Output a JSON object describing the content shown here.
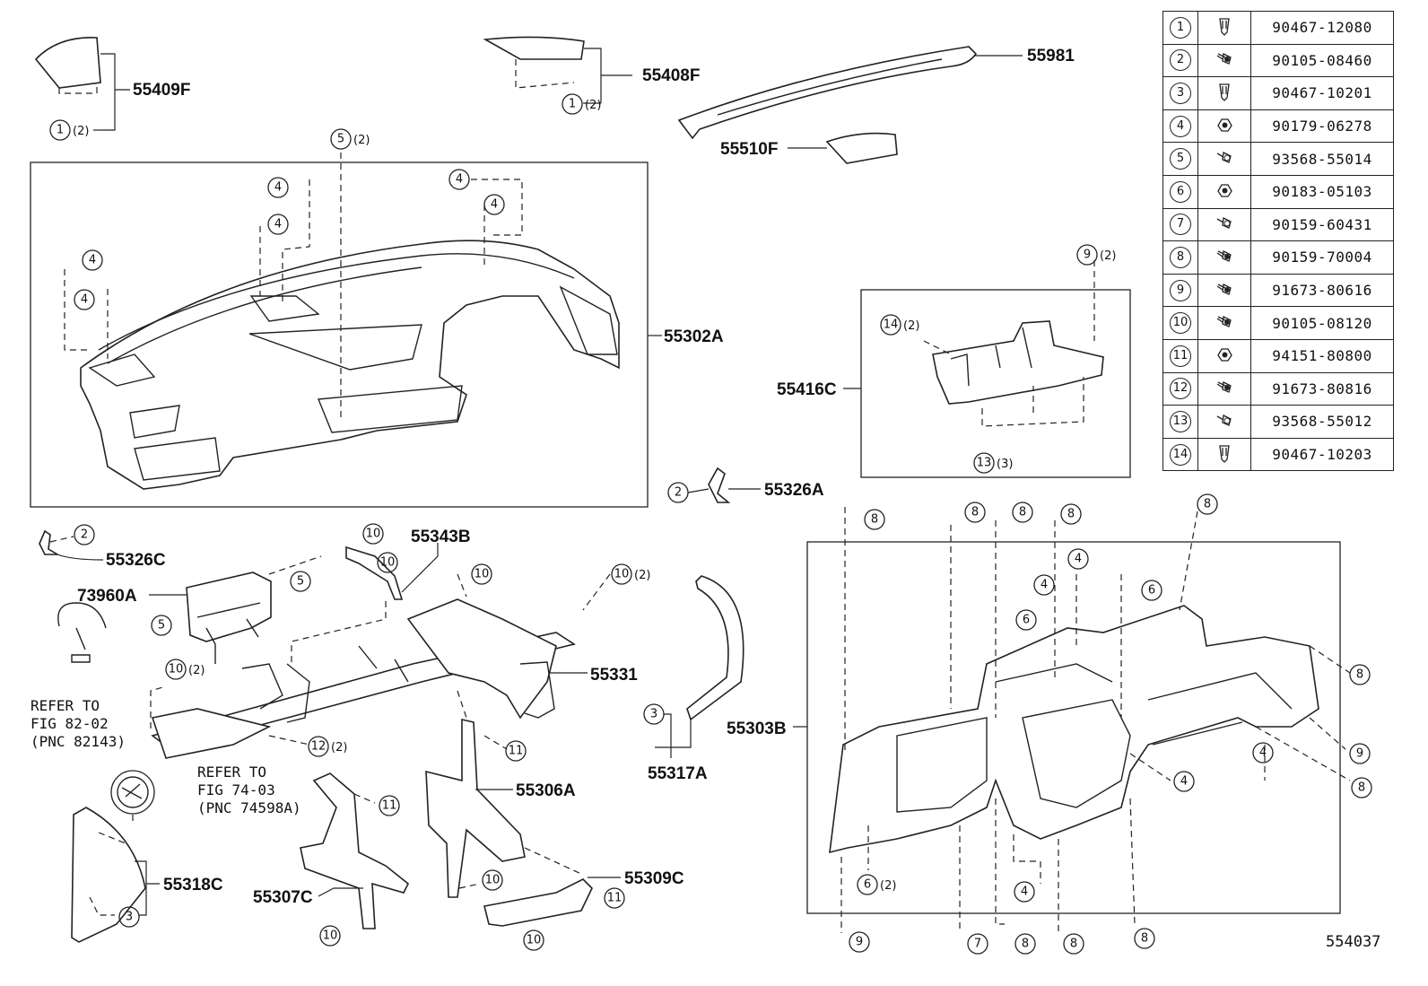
{
  "labels": {
    "p55409F": "55409F",
    "p55408F": "55408F",
    "p55981": "55981",
    "p55510F": "55510F",
    "p55302A": "55302A",
    "p55416C": "55416C",
    "p55326A": "55326A",
    "p55326C": "55326C",
    "p55343B": "55343B",
    "p73960A": "73960A",
    "p55331": "55331",
    "p55317A": "55317A",
    "p55303B": "55303B",
    "p55306A": "55306A",
    "p55318C": "55318C",
    "p55307C": "55307C",
    "p55309C": "55309C"
  },
  "refer1": {
    "l1": "REFER TO",
    "l2": "FIG 82-02",
    "l3": "(PNC 82143)"
  },
  "refer2": {
    "l1": "REFER TO",
    "l2": "FIG 74-03",
    "l3": "(PNC 74598A)"
  },
  "callout_qty": {
    "q2": "(2)",
    "q3": "(3)"
  },
  "legend": [
    {
      "num": "1",
      "part": "90467-12080",
      "icon": "clip-icon"
    },
    {
      "num": "2",
      "part": "90105-08460",
      "icon": "bolt-icon"
    },
    {
      "num": "3",
      "part": "90467-10201",
      "icon": "clip-icon"
    },
    {
      "num": "4",
      "part": "90179-06278",
      "icon": "nut-icon"
    },
    {
      "num": "5",
      "part": "93568-55014",
      "icon": "screw-icon"
    },
    {
      "num": "6",
      "part": "90183-05103",
      "icon": "nut-icon"
    },
    {
      "num": "7",
      "part": "90159-60431",
      "icon": "screw-icon"
    },
    {
      "num": "8",
      "part": "90159-70004",
      "icon": "bolt-icon"
    },
    {
      "num": "9",
      "part": "91673-80616",
      "icon": "bolt-icon"
    },
    {
      "num": "10",
      "part": "90105-08120",
      "icon": "bolt-icon"
    },
    {
      "num": "11",
      "part": "94151-80800",
      "icon": "nut-icon"
    },
    {
      "num": "12",
      "part": "91673-80816",
      "icon": "bolt-icon"
    },
    {
      "num": "13",
      "part": "93568-55012",
      "icon": "screw-icon"
    },
    {
      "num": "14",
      "part": "90467-10203",
      "icon": "clip-icon"
    }
  ],
  "figure_id": "554037"
}
